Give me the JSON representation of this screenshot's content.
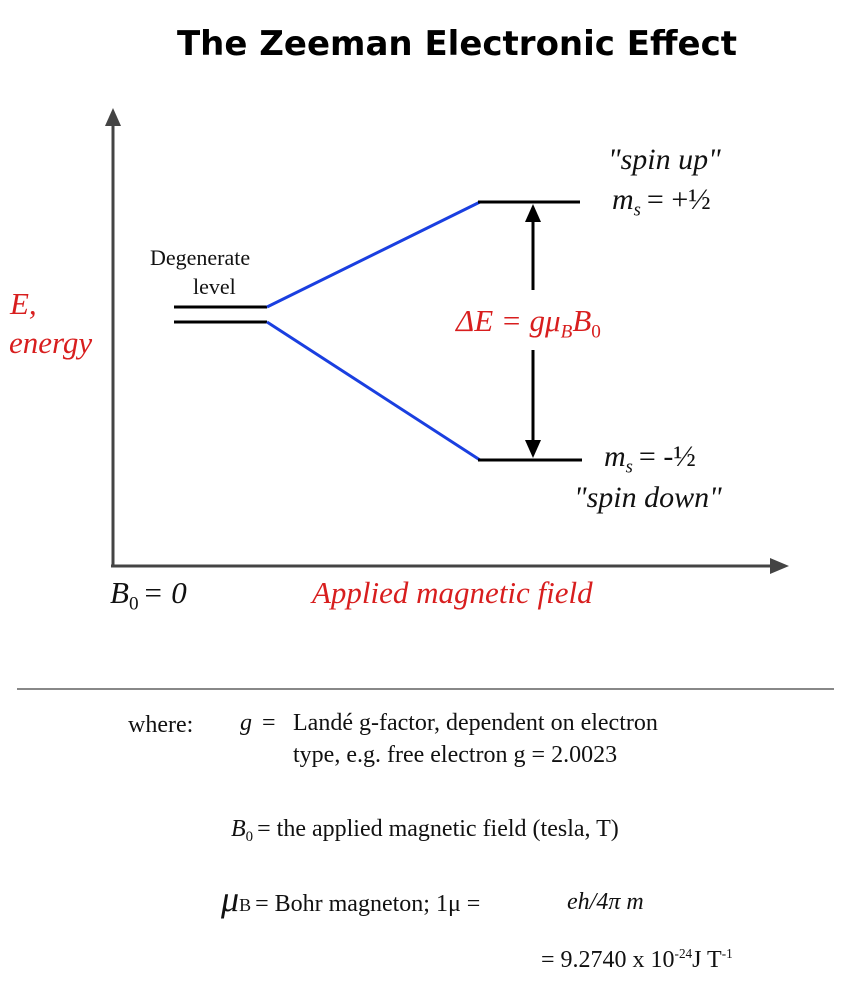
{
  "title": "The Zeeman Electronic Effect",
  "colors": {
    "axis": "#444444",
    "blue_line": "#1a3fe0",
    "red_text": "#d81e1e",
    "level": "#000000",
    "rule": "#888888"
  },
  "axis": {
    "y_label_line1": "E,",
    "y_label_line2": "energy",
    "x_label": "Applied magnetic field",
    "origin_symbol": "B",
    "origin_sub": "0",
    "origin_value": "=  0"
  },
  "levels": {
    "degenerate_line1": "Degenerate",
    "degenerate_line2": "level",
    "spin_up_label": "\"spin up\"",
    "spin_up_symbol": "m",
    "spin_up_sub": "s",
    "spin_up_value": "=  +½",
    "spin_down_symbol": "m",
    "spin_down_sub": "s",
    "spin_down_value": "=  -½",
    "spin_down_label": "\"spin down\""
  },
  "delta_e": {
    "lhs": "ΔE = gμ",
    "mu_sub": "B",
    "b": "B",
    "b_sub": "0"
  },
  "definitions": {
    "where": "where:",
    "g_symbol": "g",
    "g_eq": "=",
    "g_text_line1": "Landé g-factor, dependent on electron",
    "g_text_line2": "type, e.g. free electron g = 2.0023",
    "b0_symbol": "B",
    "b0_sub": "0",
    "b0_text": "=  the applied magnetic field (tesla, T)",
    "mu_symbol": "μ",
    "mu_sub": "B",
    "mu_text": "= Bohr magneton; 1μ  =",
    "mu_formula": "eh/4π m",
    "mu_value_prefix": "= 9.2740 x 10",
    "mu_value_exp": "-24",
    "mu_value_unit": "J T",
    "mu_value_unit_exp": "-1"
  }
}
